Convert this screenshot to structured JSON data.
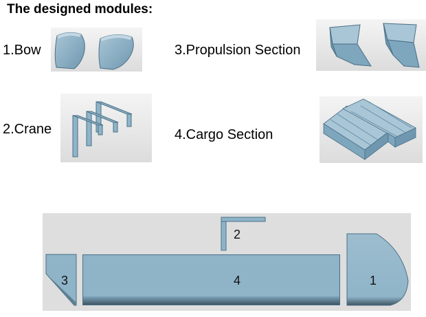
{
  "title": "The designed modules:",
  "modules": [
    {
      "label": "1.Bow"
    },
    {
      "label": "2.Crane"
    },
    {
      "label": "3.Propulsion Section"
    },
    {
      "label": "4.Cargo Section"
    }
  ],
  "assembly": {
    "numbers": [
      "1",
      "2",
      "3",
      "4"
    ]
  },
  "colors": {
    "hull": "#8fb4c8",
    "hull_dark": "#5f8aa3",
    "edge": "#4a6f86",
    "panel_bg": "#e2e2e2"
  }
}
